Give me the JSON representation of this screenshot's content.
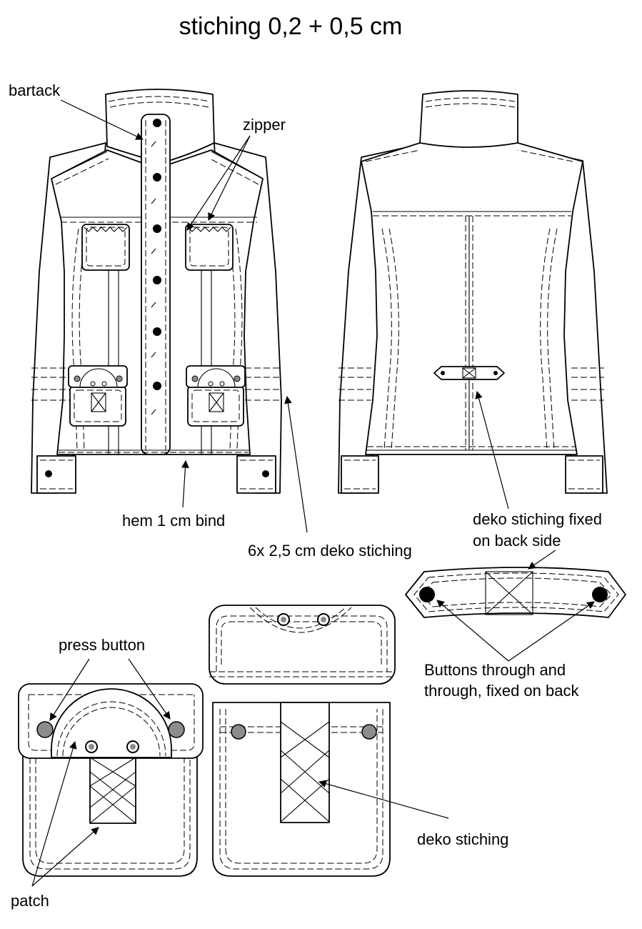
{
  "title": "stiching 0,2 + 0,5 cm",
  "labels": {
    "bartack": "bartack",
    "zipper": "zipper",
    "hem": "hem 1 cm bind",
    "deko_6x": "6x 2,5 cm deko stiching",
    "deko_fixed_1": "deko stiching fixed",
    "deko_fixed_2": "on back side",
    "press_button": "press button",
    "buttons_1": "Buttons through and",
    "buttons_2": "through, fixed on back",
    "deko_stiching": "deko stiching",
    "patch": "patch"
  },
  "colors": {
    "line": "#000000",
    "press_button": "#8c8c8c",
    "background": "#ffffff"
  }
}
